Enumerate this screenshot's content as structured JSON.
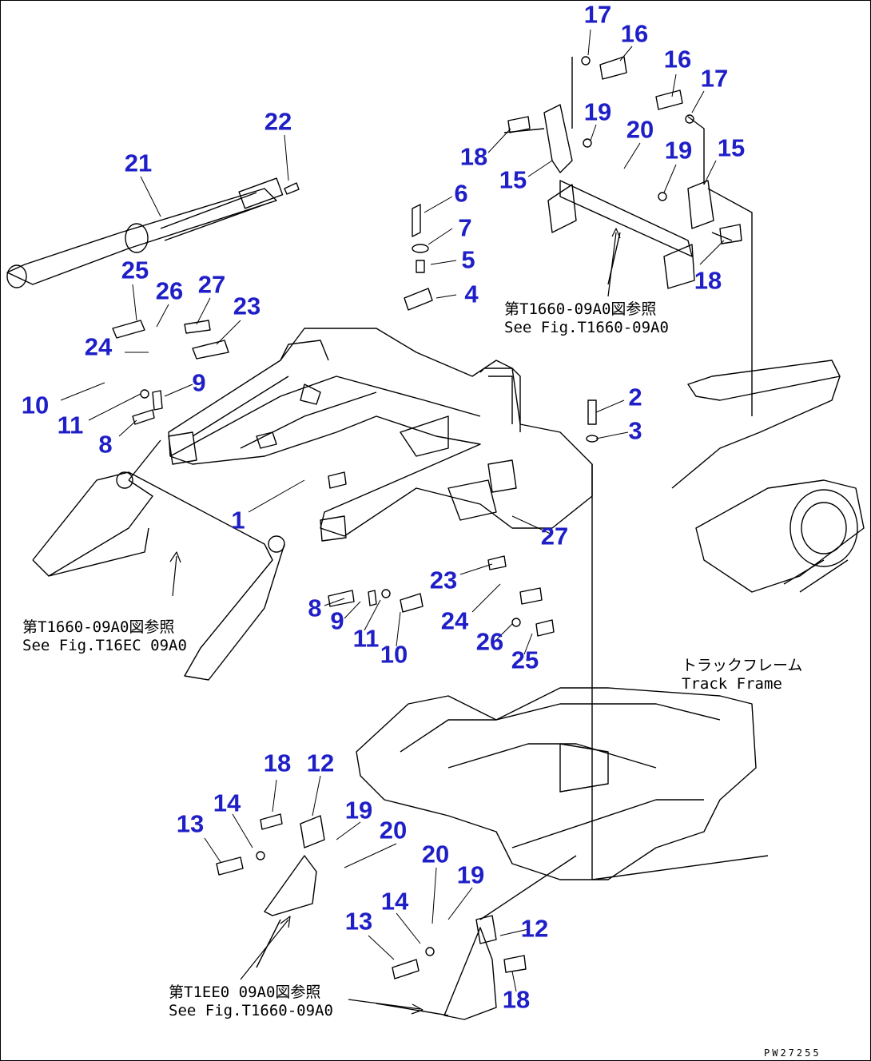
{
  "callouts": [
    {
      "id": "17a",
      "label": "17"
    },
    {
      "id": "16a",
      "label": "16"
    },
    {
      "id": "16b",
      "label": "16"
    },
    {
      "id": "17b",
      "label": "17"
    },
    {
      "id": "19a",
      "label": "19"
    },
    {
      "id": "20a",
      "label": "20"
    },
    {
      "id": "18a",
      "label": "18"
    },
    {
      "id": "19b",
      "label": "19"
    },
    {
      "id": "15a",
      "label": "15"
    },
    {
      "id": "15b",
      "label": "15"
    },
    {
      "id": "18b",
      "label": "18"
    },
    {
      "id": "22",
      "label": "22"
    },
    {
      "id": "21",
      "label": "21"
    },
    {
      "id": "6",
      "label": "6"
    },
    {
      "id": "7",
      "label": "7"
    },
    {
      "id": "5",
      "label": "5"
    },
    {
      "id": "4",
      "label": "4"
    },
    {
      "id": "25a",
      "label": "25"
    },
    {
      "id": "26a",
      "label": "26"
    },
    {
      "id": "27a",
      "label": "27"
    },
    {
      "id": "23a",
      "label": "23"
    },
    {
      "id": "24a",
      "label": "24"
    },
    {
      "id": "9a",
      "label": "9"
    },
    {
      "id": "10a",
      "label": "10"
    },
    {
      "id": "11a",
      "label": "11"
    },
    {
      "id": "8a",
      "label": "8"
    },
    {
      "id": "2",
      "label": "2"
    },
    {
      "id": "3",
      "label": "3"
    },
    {
      "id": "1",
      "label": "1"
    },
    {
      "id": "27b",
      "label": "27"
    },
    {
      "id": "23b",
      "label": "23"
    },
    {
      "id": "8b",
      "label": "8"
    },
    {
      "id": "9b",
      "label": "9"
    },
    {
      "id": "24b",
      "label": "24"
    },
    {
      "id": "11b",
      "label": "11"
    },
    {
      "id": "10b",
      "label": "10"
    },
    {
      "id": "26b",
      "label": "26"
    },
    {
      "id": "25b",
      "label": "25"
    },
    {
      "id": "18c",
      "label": "18"
    },
    {
      "id": "12a",
      "label": "12"
    },
    {
      "id": "14a",
      "label": "14"
    },
    {
      "id": "13a",
      "label": "13"
    },
    {
      "id": "19c",
      "label": "19"
    },
    {
      "id": "20b",
      "label": "20"
    },
    {
      "id": "20c",
      "label": "20"
    },
    {
      "id": "19d",
      "label": "19"
    },
    {
      "id": "14b",
      "label": "14"
    },
    {
      "id": "13b",
      "label": "13"
    },
    {
      "id": "12b",
      "label": "12"
    },
    {
      "id": "18d",
      "label": "18"
    }
  ],
  "notes": {
    "ref_top": {
      "jp": "第T1660-09A0図参照",
      "en": "See Fig.T1660-09A0"
    },
    "ref_left": {
      "jp": "第T1660-09A0図参照",
      "en": "See Fig.T16EC 09A0"
    },
    "track_frame": {
      "jp": "トラックフレーム",
      "en": "Track Frame"
    },
    "ref_bottom": {
      "jp": "第T1EE0 09A0図参照",
      "en": "See Fig.T1660-09A0"
    }
  },
  "drawing_code": "PW27255",
  "colors": {
    "callout": "#1f1fc8",
    "linework": "#000000"
  }
}
